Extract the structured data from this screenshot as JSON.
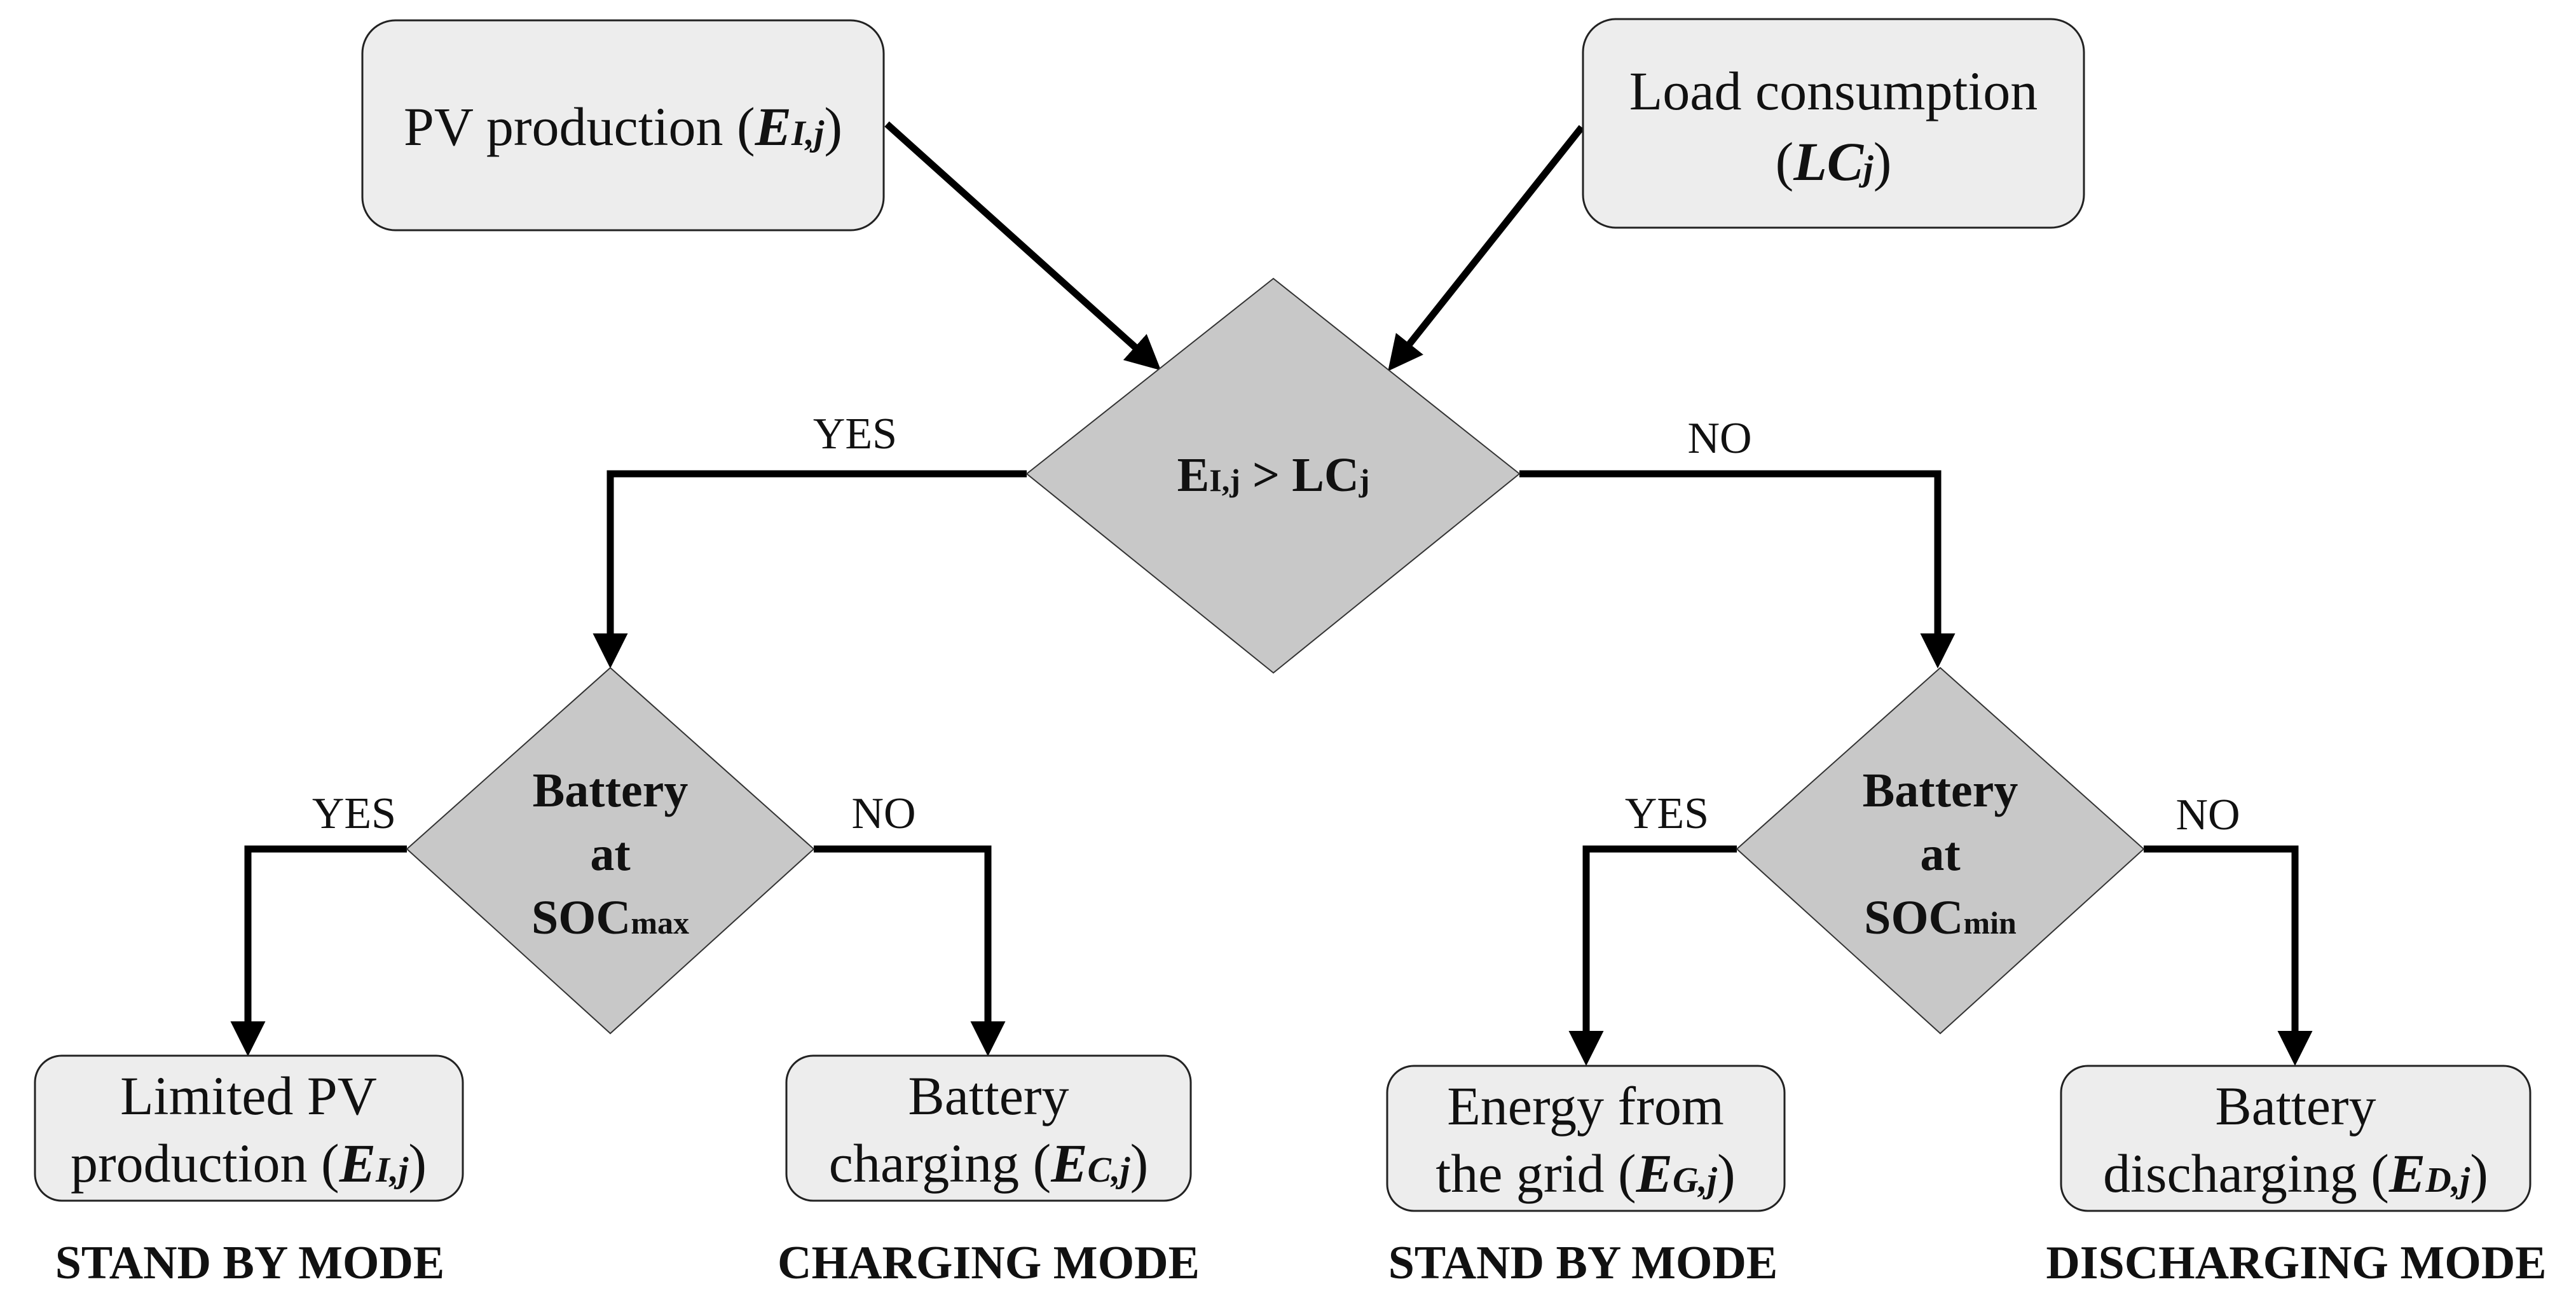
{
  "nodes": {
    "pv_production": {
      "text": "PV production (",
      "sym": "E",
      "sub": "I,j",
      "close": ")"
    },
    "load_consumption": {
      "line1": "Load consumption",
      "open": "(",
      "sym": "LC",
      "sub": "j",
      "close": ")"
    },
    "decision_main": {
      "lhs": "E",
      "lhs_sub": "I,j",
      "op": " > ",
      "rhs": "LC",
      "rhs_sub": "j"
    },
    "decision_soc_max": {
      "line1": "Battery",
      "line2": "at",
      "line3": "SOC",
      "line3_sub": "max"
    },
    "decision_soc_min": {
      "line1": "Battery",
      "line2": "at",
      "line3": "SOC",
      "line3_sub": "min"
    },
    "limited_pv": {
      "line1": "Limited PV",
      "line2": "production (",
      "sym": "E",
      "sub": "I,j",
      "close": ")"
    },
    "battery_charging": {
      "line1": "Battery",
      "line2": "charging (",
      "sym": "E",
      "sub": "C,j",
      "close": ")"
    },
    "energy_from_grid": {
      "line1": "Energy from",
      "line2": "the grid (",
      "sym": "E",
      "sub": "G,j",
      "close": ")"
    },
    "battery_discharging": {
      "line1": "Battery",
      "line2": "discharging (",
      "sym": "E",
      "sub": "D,j",
      "close": ")"
    }
  },
  "branches": {
    "main_yes": "YES",
    "main_no": "NO",
    "max_yes": "YES",
    "max_no": "NO",
    "min_yes": "YES",
    "min_no": "NO"
  },
  "modes": {
    "standby_left": "STAND BY MODE",
    "charging": "CHARGING MODE",
    "standby_right": "STAND BY MODE",
    "discharging": "DISCHARGING MODE"
  },
  "colors": {
    "box_fill": "#ededed",
    "diamond_fill": "#c8c8c8",
    "line": "#000000"
  }
}
